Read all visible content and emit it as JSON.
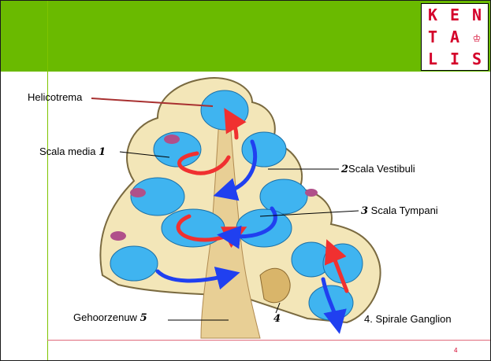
{
  "logo": {
    "letters": [
      "K",
      "E",
      "N",
      "T",
      "A",
      "♔",
      "L",
      "I",
      "S"
    ],
    "color": "#d4002a"
  },
  "colors": {
    "header": "#6aba00",
    "accent_line": "#e06a7a",
    "fluid_blue": "#3fb4f0",
    "arrow_red": "#f03030",
    "arrow_blue": "#2040f0"
  },
  "labels": {
    "helicotrema": "Helicotrema",
    "scala_media": "Scala media",
    "scala_media_num": "1",
    "scala_vestibuli_num": "2",
    "scala_vestibuli": "Scala Vestibuli",
    "scala_tympani_num": "3",
    "scala_tympani": "Scala Tympani",
    "gehoorzenuw": "Gehoorzenuw",
    "gehoorzenuw_num": "5",
    "ganglion_num": "4",
    "spirale_ganglion": "4. Spirale Ganglion"
  },
  "page_number": "4"
}
